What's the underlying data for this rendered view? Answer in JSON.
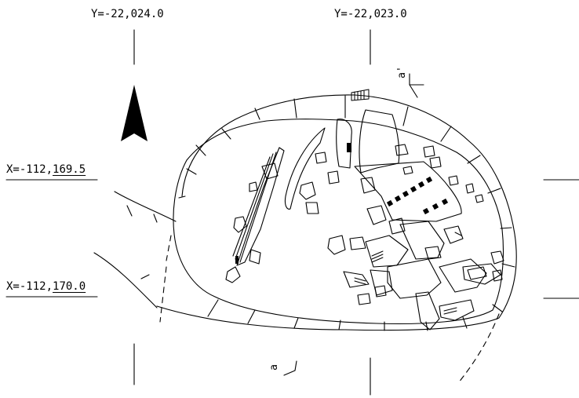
{
  "coords": {
    "y_left": "Y=-22,024.0",
    "y_right": "Y=-22,023.0",
    "x_upper_prefix": "X=-112,",
    "x_upper_value": "169.5",
    "x_lower_prefix": "X=-112,",
    "x_lower_value": "170.0"
  },
  "section_marks": {
    "top": "a'",
    "bottom": "a"
  },
  "colors": {
    "line": "#000000",
    "background": "#ffffff"
  },
  "icons": {
    "north_arrow": "north-arrow-icon"
  }
}
